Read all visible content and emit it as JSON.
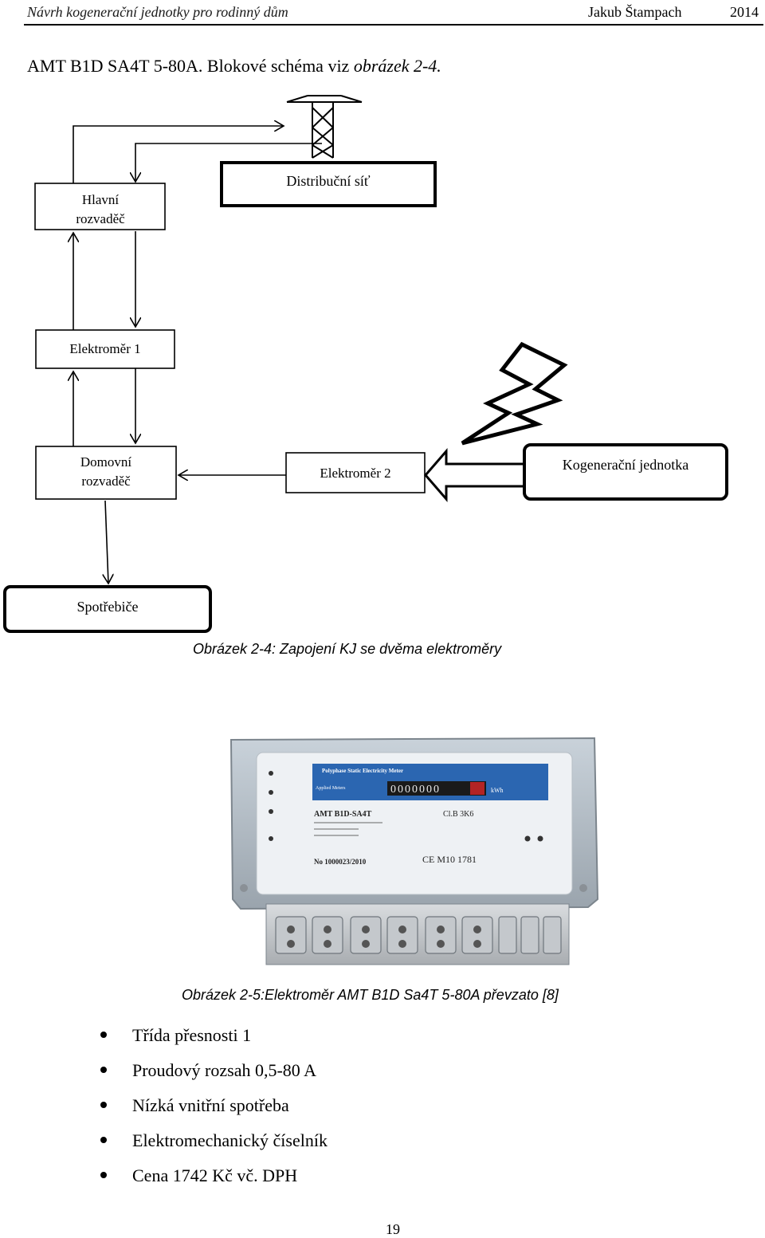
{
  "header": {
    "title": "Návrh kogenerační jednotky pro rodinný dům",
    "author": "Jakub Štampach",
    "year": "2014"
  },
  "intro": {
    "text": "AMT B1D SA4T 5-80A. Blokové schéma viz ",
    "ref": "obrázek 2-4."
  },
  "diagram": {
    "hlavni_line1": "Hlavní",
    "hlavni_line2": "rozvaděč",
    "distribucni": "Distribuční síť",
    "elektromer1": "Elektroměr 1",
    "domovni_line1": "Domovní",
    "domovni_line2": "rozvaděč",
    "elektromer2": "Elektroměr 2",
    "kogenerace": "Kogenerační jednotka",
    "spotrebice": "Spotřebiče",
    "caption": "Obrázek 2-4: Zapojení KJ se dvěma elektroměry"
  },
  "meter_photo": {
    "panel_title": "Polyphase Static Electricity Meter",
    "model": "AMT B1D-SA4T",
    "serial": "No 1000023/2010",
    "marks": "CE M10 1781",
    "class_label": "Cl.B  3K6",
    "display": "0000000",
    "unit": "kWh",
    "brand": "Applied Meters",
    "caption": "Obrázek 2-5:Elektroměr AMT B1D Sa4T 5-80A převzato [8]"
  },
  "bullets": [
    "Třída přesnosti 1",
    "Proudový rozsah 0,5-80 A",
    "Nízká vnitřní spotřeba",
    "Elektromechanický číselník",
    "Cena 1742 Kč vč. DPH"
  ],
  "page_number": "19"
}
